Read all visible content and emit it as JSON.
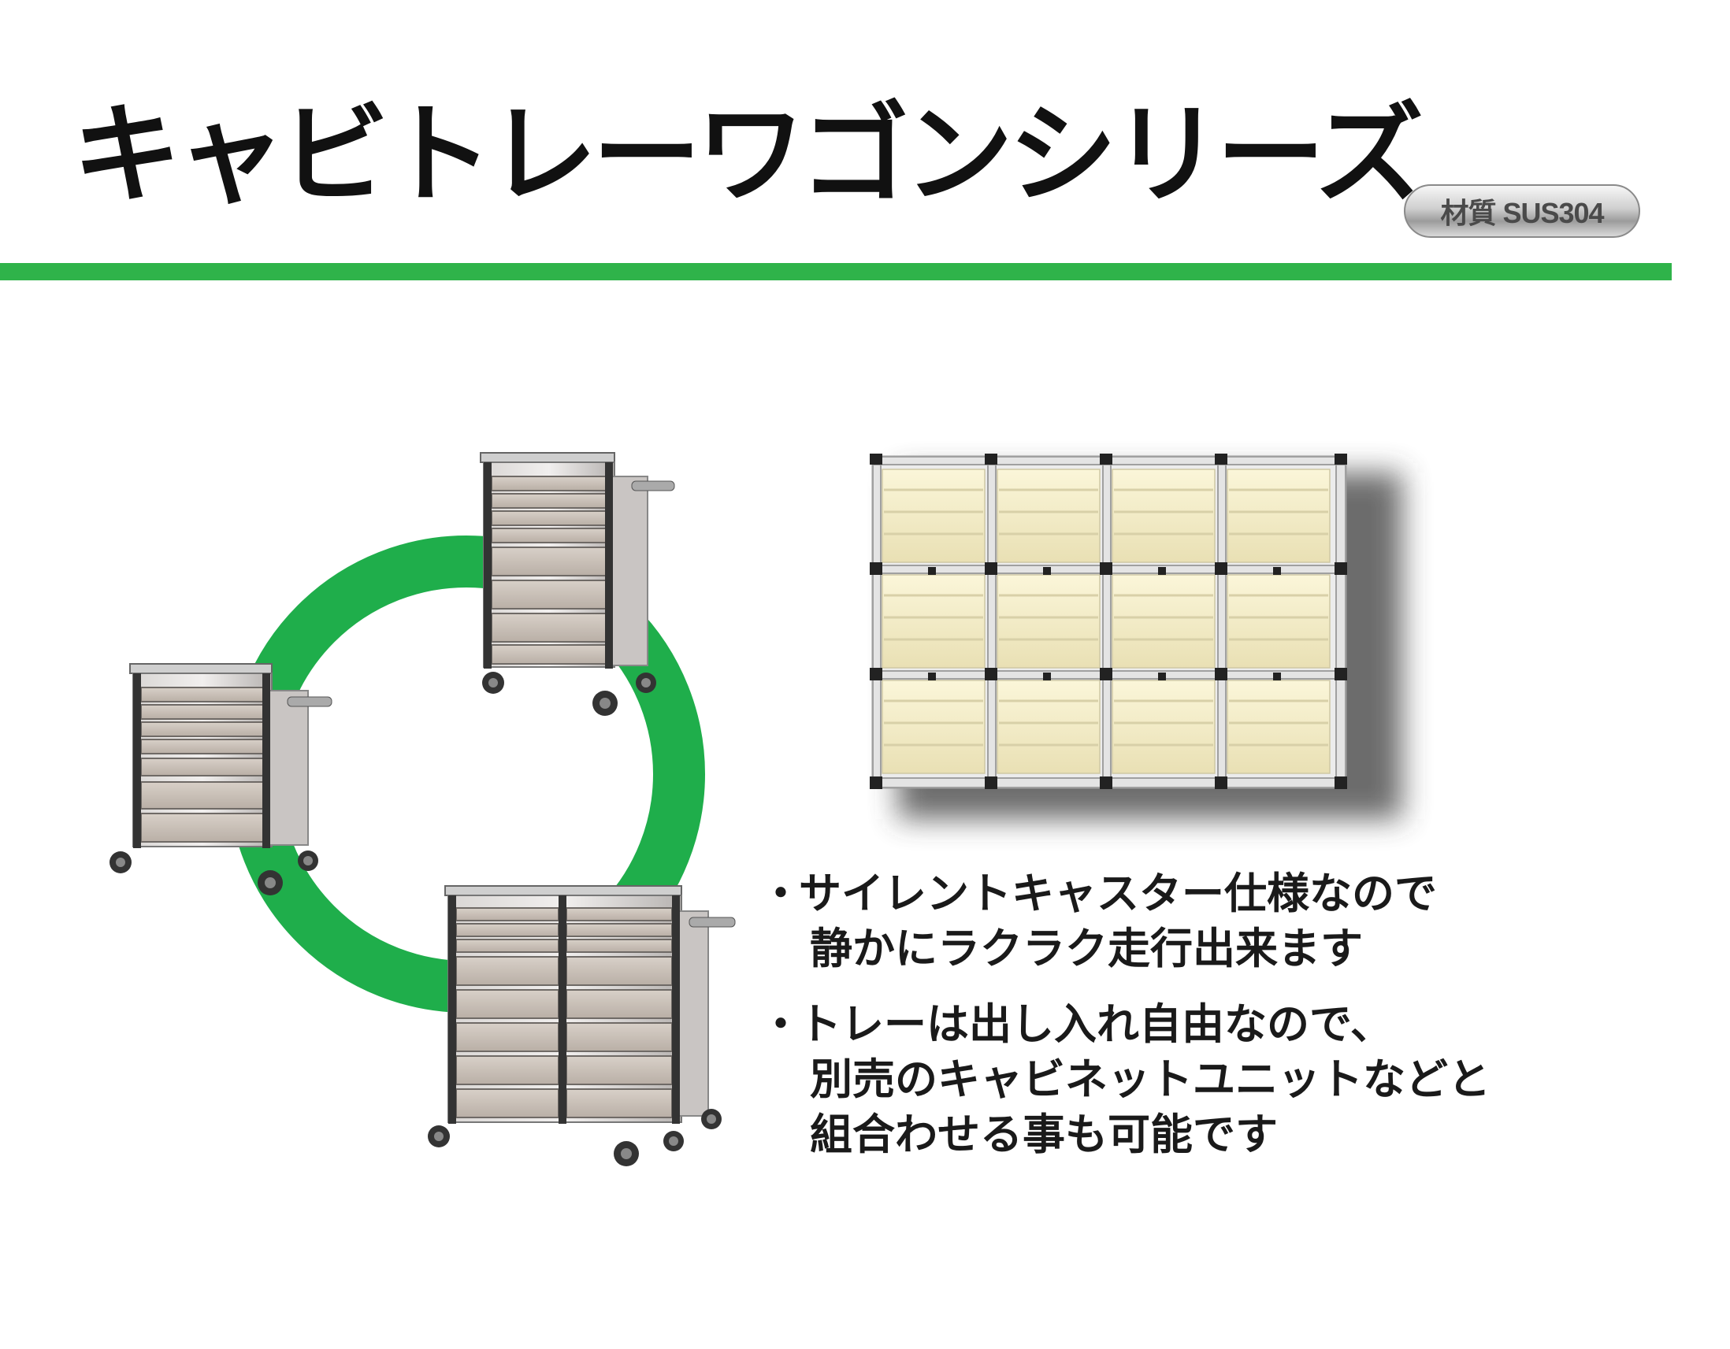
{
  "header": {
    "title": "キャビトレーワゴンシリーズ",
    "material_badge": "材質 SUS304",
    "accent_color": "#2fb34a"
  },
  "images": {
    "cart_small": "trolley-7-trays",
    "cart_medium": "trolley-9-trays",
    "cart_large": "trolley-double-column",
    "cabinet_unit": "cabinet-unit-12-bays"
  },
  "bullets": [
    {
      "marker": "・",
      "lines": [
        "サイレントキャスター仕様なので",
        "静かにラクラク走行出来ます"
      ]
    },
    {
      "marker": "・",
      "lines": [
        "トレーは出し入れ自由なので、",
        "別売のキャビネットユニットなどと",
        "組合わせる事も可能です"
      ]
    }
  ]
}
